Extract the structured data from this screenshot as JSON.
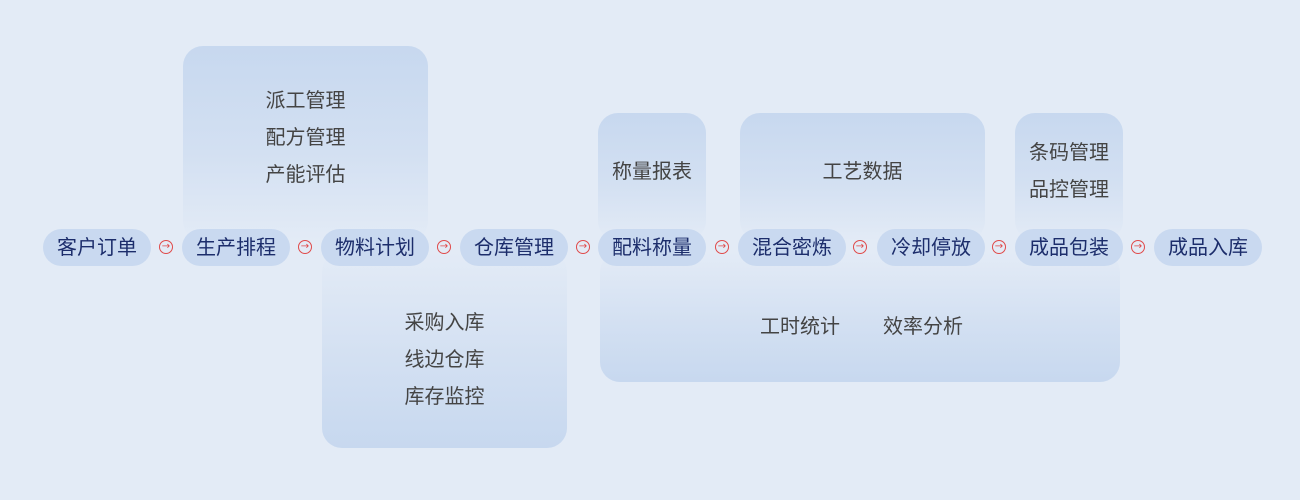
{
  "steps": [
    "客户订单",
    "生产排程",
    "物料计划",
    "仓库管理",
    "配料称量",
    "混合密炼",
    "冷却停放",
    "成品包装",
    "成品入库"
  ],
  "groups": {
    "scheduling": [
      "派工管理",
      "配方管理",
      "产能评估"
    ],
    "material": [
      "采购入库",
      "线边仓库",
      "库存监控"
    ],
    "weighing": [
      "称量报表"
    ],
    "process": [
      "工艺数据"
    ],
    "packaging": [
      "条码管理",
      "品控管理"
    ],
    "stats": [
      "工时统计",
      "效率分析"
    ]
  },
  "colors": {
    "pill": "#c9d9f0",
    "pill_text": "#1c2d6b",
    "arrow": "#e04a4a",
    "background": "#e3ebf6"
  }
}
